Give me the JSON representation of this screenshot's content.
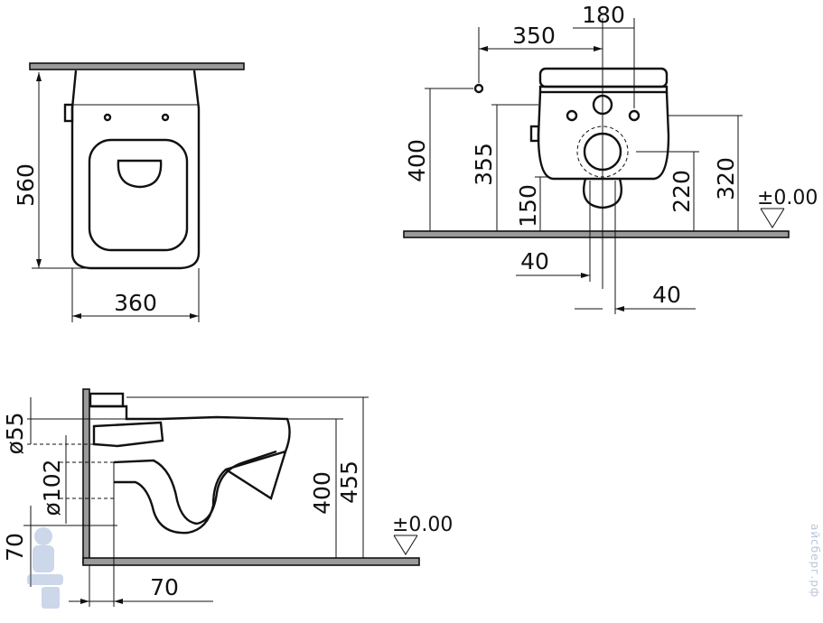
{
  "top_view": {
    "height": "560",
    "width": "360"
  },
  "front_view": {
    "dim_180": "180",
    "dim_350": "350",
    "dim_400": "400",
    "dim_355": "355",
    "dim_150": "150",
    "dim_220": "220",
    "dim_320": "320",
    "level": "±0.00",
    "offset_left": "40",
    "offset_right": "40"
  },
  "side_view": {
    "d55": "ø55",
    "d102": "ø102",
    "h400": "400",
    "h455": "455",
    "h70": "70",
    "w70": "70",
    "level": "±0.00"
  },
  "watermark": "айсберг.рф",
  "mascot_icon": "plumber-mascot-icon"
}
